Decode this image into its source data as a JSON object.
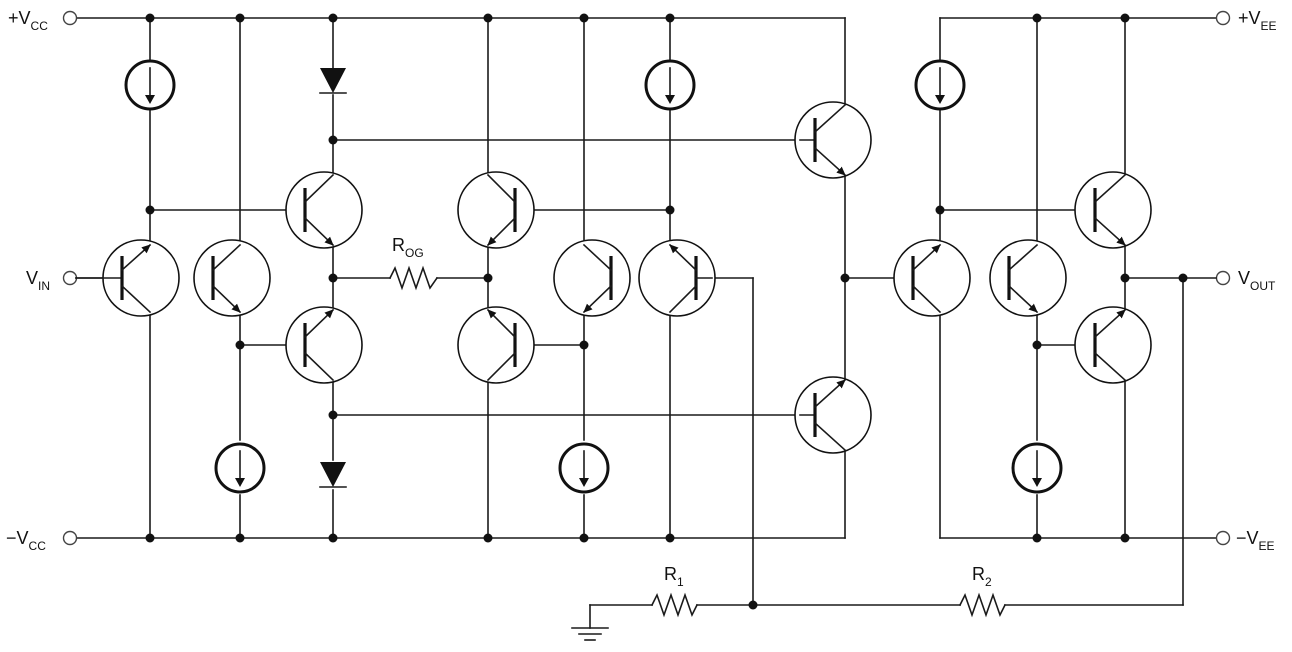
{
  "labels": {
    "vcc_pos": {
      "prefix": "+V",
      "sub": "CC"
    },
    "vcc_neg": {
      "prefix": "−V",
      "sub": "CC"
    },
    "vee_pos": {
      "prefix": "+V",
      "sub": "EE"
    },
    "vee_neg": {
      "prefix": "−V",
      "sub": "EE"
    },
    "vin": {
      "prefix": "V",
      "sub": "IN"
    },
    "vout": {
      "prefix": "V",
      "sub": "OUT"
    },
    "rog": {
      "prefix": "R",
      "sub": "OG"
    },
    "r1": {
      "prefix": "R",
      "sub": "1"
    },
    "r2": {
      "prefix": "R",
      "sub": "2"
    }
  }
}
